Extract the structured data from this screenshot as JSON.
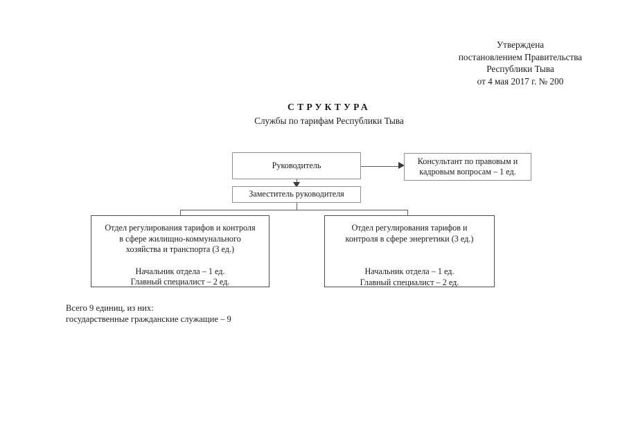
{
  "document": {
    "approval": [
      "Утверждена",
      "постановлением Правительства",
      "Республики Тыва",
      "от 4 мая 2017 г. № 200"
    ],
    "title_main": "СТРУКТУРА",
    "title_sub": "Службы по тарифам Республики Тыва",
    "footer": [
      "Всего 9 единиц, из них:",
      "государственные гражданские служащие – 9"
    ]
  },
  "chart_data": {
    "type": "diagram",
    "title": "СТРУКТУРА Службы по тарифам Республики Тыва",
    "nodes": [
      {
        "id": "head",
        "label": "Руководитель",
        "level": 0
      },
      {
        "id": "consultant",
        "label_line1": "Консультант по правовым и",
        "label_line2": "кадровым вопросам – 1 ед.",
        "units": 1,
        "level": 0
      },
      {
        "id": "deputy",
        "label": "Заместитель руководителя",
        "level": 1
      },
      {
        "id": "dept-utilities",
        "title_line1": "Отдел регулирования тарифов и контроля",
        "title_line2": "в сфере жилищно-коммунального",
        "title_line3": "хозяйства и транспорта (3 ед.)",
        "staff_line1": "Начальник отдела – 1 ед.",
        "staff_line2": "Главный специалист – 2 ед.",
        "units": 3,
        "level": 2
      },
      {
        "id": "dept-energy",
        "title_line1": "Отдел регулирования тарифов и",
        "title_line2": "контроля в сфере энергетики (3 ед.)",
        "staff_line1": "Начальник отдела – 1 ед.",
        "staff_line2": "Главный специалист – 2 ед.",
        "units": 3,
        "level": 2
      }
    ],
    "edges": [
      {
        "from": "head",
        "to": "consultant",
        "style": "arrow-right"
      },
      {
        "from": "head",
        "to": "deputy",
        "style": "arrow-down"
      },
      {
        "from": "deputy",
        "to": "dept-utilities",
        "style": "tree-branch"
      },
      {
        "from": "deputy",
        "to": "dept-energy",
        "style": "tree-branch"
      }
    ],
    "total_units": 9,
    "colors": {
      "box_border_thin": "#8e8e8e",
      "box_border_thick": "#4a4a4a",
      "connector": "#5a5a5a",
      "text": "#1a1a1a",
      "background": "#ffffff"
    }
  }
}
